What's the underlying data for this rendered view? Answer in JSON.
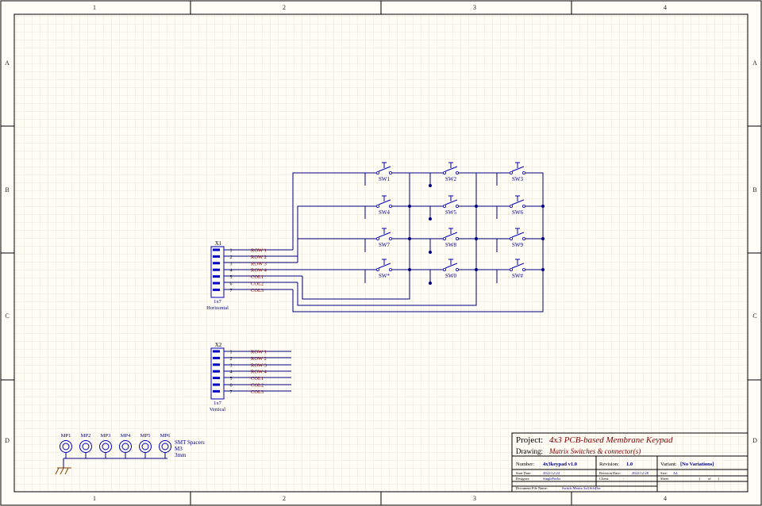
{
  "border": {
    "columns": [
      "1",
      "2",
      "3",
      "4"
    ],
    "rows": [
      "A",
      "B",
      "C",
      "D"
    ]
  },
  "connectors": [
    {
      "designator": "X1",
      "type": "1x7",
      "orientation": "Horizontal",
      "pins": [
        "1",
        "2",
        "3",
        "4",
        "5",
        "6",
        "7"
      ],
      "nets": [
        "ROW 1",
        "ROW 2",
        "ROW 3",
        "ROW 4",
        "COL1",
        "COL2",
        "COL3"
      ]
    },
    {
      "designator": "X2",
      "type": "1x7",
      "orientation": "Vertical",
      "pins": [
        "1",
        "2",
        "3",
        "4",
        "5",
        "6",
        "7"
      ],
      "nets": [
        "ROW 1",
        "ROW 2",
        "ROW 3",
        "ROW 4",
        "COL1",
        "COL2",
        "COL3"
      ]
    }
  ],
  "switches": [
    "SW1",
    "SW2",
    "SW3",
    "SW4",
    "SW5",
    "SW6",
    "SW7",
    "SW8",
    "SW9",
    "SW*",
    "SW0",
    "SW#"
  ],
  "mounting": {
    "holes": [
      "MP1",
      "MP2",
      "MP3",
      "MP4",
      "MP5",
      "MP6"
    ],
    "note": [
      "SMT Spacers",
      "M3",
      "3mm"
    ]
  },
  "title_block": {
    "project_label": "Project:",
    "project": "4x3 PCB-based Membrane Keypad",
    "drawing_label": "Drawing:",
    "drawing": "Matrix Switches & connector(s)",
    "number_label": "Number:",
    "number": "4x3keypad v1.0",
    "revision_label": "Revision:",
    "revision": "1.0",
    "variant_label": "Variant:",
    "variant": "[No Variations]",
    "start_date_label": "Start Date:",
    "start_date": "2022-12-24",
    "revision_date_label": "Revision Date:",
    "revision_date": "2022-12-28",
    "size_label": "Size:",
    "size": "A4",
    "designer_label": "Designer:",
    "designer": "SingleFocks",
    "client_label": "Client:",
    "client": "-",
    "sheet_label": "Sheet",
    "sheet_no": "1",
    "sheet_of": "of",
    "sheet_total": "1",
    "file_label": "Document File Name:",
    "file": "Switch Matrix 3x4.SchDoc"
  },
  "colors": {
    "wire": "#000080",
    "component": "#0000c0",
    "net_label": "#800000",
    "frame": "#000000",
    "grid": "#e5e0d2"
  }
}
